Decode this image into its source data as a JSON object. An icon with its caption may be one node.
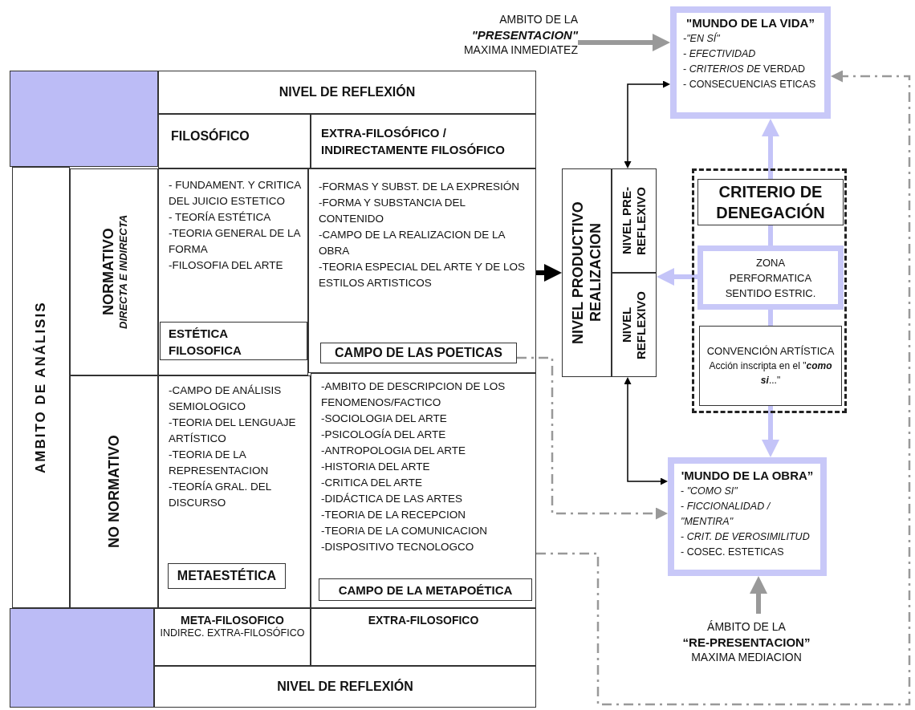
{
  "diagram": {
    "nodes": [
      {
        "text": [],
        "shape": "box"
      },
      {
        "text": [
          "NIVEL DE REFLEXIÓN"
        ]
      },
      {
        "text": [
          "FILOSÓFICO"
        ]
      },
      {
        "text": [
          "EXTRA-FILOSÓFICO / INDIRECTAMENTE FILOSÓFICO"
        ]
      },
      {
        "text": [
          "AMBITO DE ANÁLISIS"
        ]
      },
      {
        "text": [
          "NORMATIVO",
          "DIRECTA E INDIRECTA"
        ]
      },
      {
        "text": [
          "- FUNDAMENT. Y CRITICA DEL JUICIO ESTETICO",
          "- TEORÍA ESTÉTICA",
          "-TEORIA GENERAL DE LA FORMA",
          "-FILOSOFIA DEL ARTE"
        ]
      },
      {
        "text": [
          "ESTÉTICA FILOSOFICA"
        ],
        "in": 6
      },
      {
        "text": [
          "-FORMAS Y SUBST. DE LA EXPRESIÓN",
          "-FORMA Y SUBSTANCIA DEL CONTENIDO",
          "-CAMPO DE LA REALIZACION DE LA OBRA",
          "-TEORIA ESPECIAL DEL ARTE Y DE LOS ESTILOS ARTISTICOS"
        ]
      },
      {
        "text": [
          "CAMPO DE LAS POETICAS"
        ],
        "in": 8
      },
      {
        "text": [
          "NO NORMATIVO"
        ]
      },
      {
        "text": [
          "-CAMPO DE ANÁLISIS SEMIOLOGICO",
          "-TEORIA DEL LENGUAJE ARTÍSTICO",
          "-TEORIA DE LA REPRESENTACION",
          "-TEORÍA GRAL. DEL DISCURSO"
        ]
      },
      {
        "text": [
          "METAESTÉTICA"
        ],
        "in": 11
      },
      {
        "text": [
          "-AMBITO DE DESCRIPCION DE LOS FENOMENOS/FACTICO",
          "-SOCIOLOGIA DEL ARTE",
          "-PSICOLOGÍA DEL ARTE",
          "-ANTROPOLOGIA DEL ARTE",
          "-HISTORIA DEL ARTE",
          "-CRITICA DEL ARTE",
          "-DIDÁCTICA DE LAS ARTES",
          "-TEORIA DE LA RECEPCION",
          "-TEORIA DE LA COMUNICACION",
          "-DISPOSITIVO TECNOLOGCO"
        ]
      },
      {
        "text": [
          "CAMPO DE LA METAPOÉTICA"
        ],
        "in": 13
      },
      {
        "text": [],
        "shape": "box"
      },
      {
        "text": [
          "META-FILOSOFICO",
          "INDIREC. EXTRA-FILOSÓFICO"
        ]
      },
      {
        "text": [
          "EXTRA-FILOSOFICO"
        ]
      },
      {
        "text": [
          "NIVEL DE REFLEXIÓN"
        ]
      },
      {
        "text": [
          "NIVEL PRODUCTIVO REALIZACION"
        ]
      },
      {
        "text": [
          "NIVEL PRE-REFLEXIVO"
        ]
      },
      {
        "text": [
          "NIVEL REFLEXIVO"
        ]
      },
      {
        "text": [
          "AMBITO DE LA",
          "\"PRESENTACION\"",
          "MAXIMA INMEDIATEZ"
        ]
      },
      {
        "text": [
          "\"MUNDO DE LA VIDA”",
          "-\"EN SÍ\"",
          "- EFECTIVIDAD",
          "- *CRITERIOS DE* VERDAD",
          "- CONSECUENCIAS ETICAS"
        ]
      },
      {
        "text": [],
        "shape": "box"
      },
      {
        "text": [
          "CRITERIO DE DENEGACIÓN"
        ],
        "in": 24
      },
      {
        "text": [
          "ZONA PERFORMATICA SENTIDO ESTRIC."
        ],
        "in": 24
      },
      {
        "text": [
          "CONVENCIÓN ARTÍSTICA",
          "Acción inscripta en el \"**como si**...\""
        ],
        "in": 24
      },
      {
        "text": [
          "'MUNDO DE LA OBRA”",
          "- *\"COMO SI\"*",
          "- *FICCIONALIDAD / \"MENTIRA\"*",
          "- *CRIT. DE VEROSIMILITUD*",
          "- COSEC. ESTETICAS"
        ]
      },
      {
        "text": [
          "ÁMBITO DE LA",
          "“RE-PRESENTACION”",
          "MAXIMA MEDIACION"
        ]
      }
    ],
    "edges": [
      {
        "from": 22,
        "to": 23,
        "arrow": "to",
        "color": "#999999"
      },
      {
        "from": 8,
        "to": 19,
        "arrow": "to",
        "color": "#000000"
      },
      {
        "from": 20,
        "to": 23,
        "arrow": "both",
        "color": "#000000"
      },
      {
        "from": 21,
        "to": 28,
        "arrow": "both",
        "color": "#000000"
      },
      {
        "from": 26,
        "to": 21,
        "arrow": "to"
      },
      {
        "from": 25,
        "to": 23,
        "arrow": "to"
      },
      {
        "from": 26,
        "to": 25,
        "arrow": "none"
      },
      {
        "from": 26,
        "to": 27,
        "arrow": "none"
      },
      {
        "from": 27,
        "to": 28,
        "arrow": "to"
      },
      {
        "from": 29,
        "to": 28,
        "arrow": "to",
        "color": "#999999"
      },
      {
        "from": 9,
        "to": 28,
        "arrow": "to",
        "style": "dashed",
        "color": "#999999"
      },
      {
        "from": 13,
        "to": 23,
        "arrow": "to",
        "style": "dashed",
        "color": "#999999"
      }
    ]
  }
}
